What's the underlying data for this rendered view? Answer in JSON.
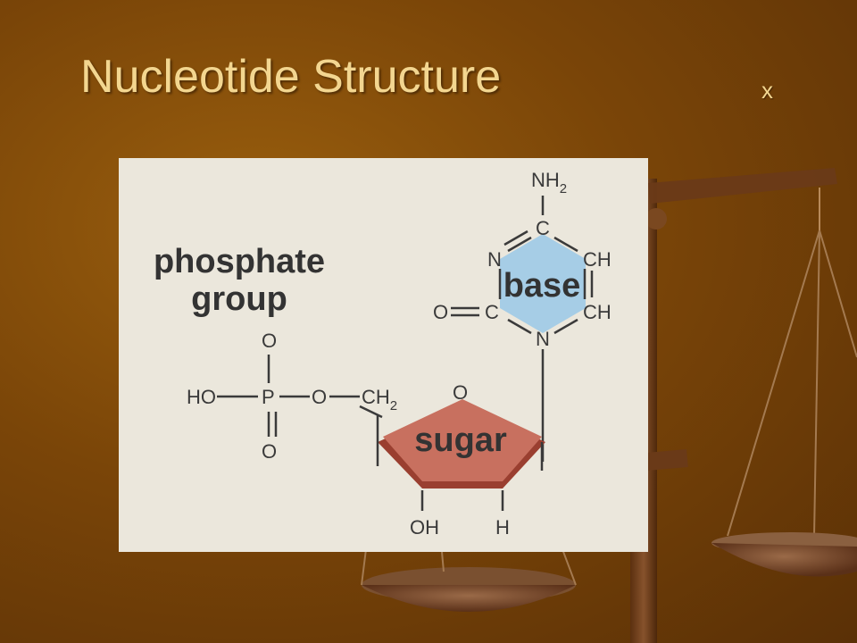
{
  "slide": {
    "title": "Nucleotide Structure",
    "marker": "x"
  },
  "diagram": {
    "phosphate_label_line1": "phosphate",
    "phosphate_label_line2": "group",
    "base_label": "base",
    "sugar_label": "sugar",
    "phosphate": {
      "o_top": "O",
      "ho": "HO",
      "p": "P",
      "o_link": "O",
      "ch2": "CH",
      "ch2_sub": "2",
      "o_bottom": "O"
    },
    "ring_o": "O",
    "sugar_oh": "OH",
    "sugar_h": "H",
    "base_atoms": {
      "nh2": "NH",
      "nh2_sub": "2",
      "c_top": "C",
      "n_left": "N",
      "ch_right_top": "CH",
      "o_left": "O",
      "c_left": "C",
      "ch_right_bottom": "CH",
      "n_bottom": "N"
    },
    "colors": {
      "base_fill": "#a6cde6",
      "sugar_fill": "#c8705f",
      "background": "#ebe7dc"
    }
  }
}
